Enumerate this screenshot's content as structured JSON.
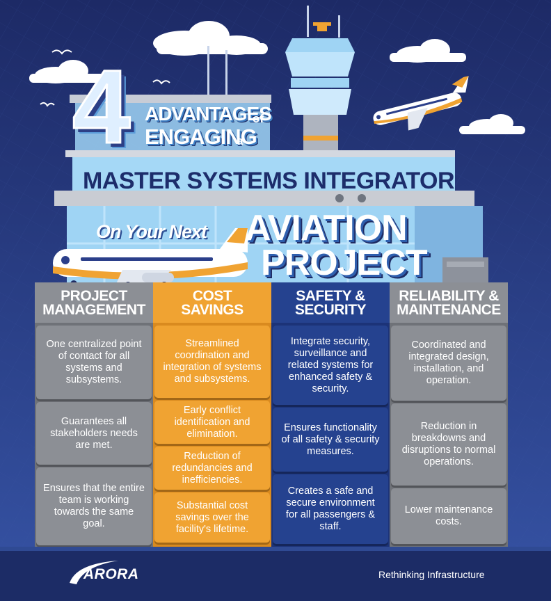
{
  "header": {
    "number": "4",
    "line1": "ADVANTAGES",
    "of": "of",
    "line2": "ENGAGING",
    "a": "a",
    "line3": "MASTER SYSTEMS INTEGRATOR",
    "line4": "On Your Next",
    "line5": "AVIATION",
    "line6": "PROJECT"
  },
  "colors": {
    "background": "#22306e",
    "gray": "#8c8f95",
    "orange": "#f0a332",
    "navy": "#25428f",
    "sky_blue": "#8fcaf0"
  },
  "columns": [
    {
      "title_1": "PROJECT",
      "title_2": "MANAGEMENT",
      "cells": [
        "One centralized point of contact for all systems and subsystems.",
        "Guarantees all stakeholders needs are met.",
        "Ensures that the entire team is working towards the same goal."
      ]
    },
    {
      "title_1": "COST",
      "title_2": "SAVINGS",
      "cells": [
        "Streamlined coordination and integration of systems and subsystems.",
        "Early conflict identification and elimination.",
        "Reduction of redundancies and inefficiencies.",
        "Substantial cost savings over the facility's lifetime."
      ]
    },
    {
      "title_1": "SAFETY &",
      "title_2": "SECURITY",
      "cells": [
        "Integrate security, surveillance and related systems for enhanced safety & security.",
        "Ensures functionality of all safety & security measures.",
        "Creates a safe and secure environment for all passengers & staff."
      ]
    },
    {
      "title_1": "RELIABILITY &",
      "title_2": "MAINTENANCE",
      "cells": [
        "Coordinated and integrated design, installation, and operation.",
        "Reduction in breakdowns and disruptions to normal operations.",
        "Lower maintenance costs."
      ]
    }
  ],
  "footer": {
    "logo": "ARORA",
    "tagline": "Rethinking Infrastructure"
  }
}
